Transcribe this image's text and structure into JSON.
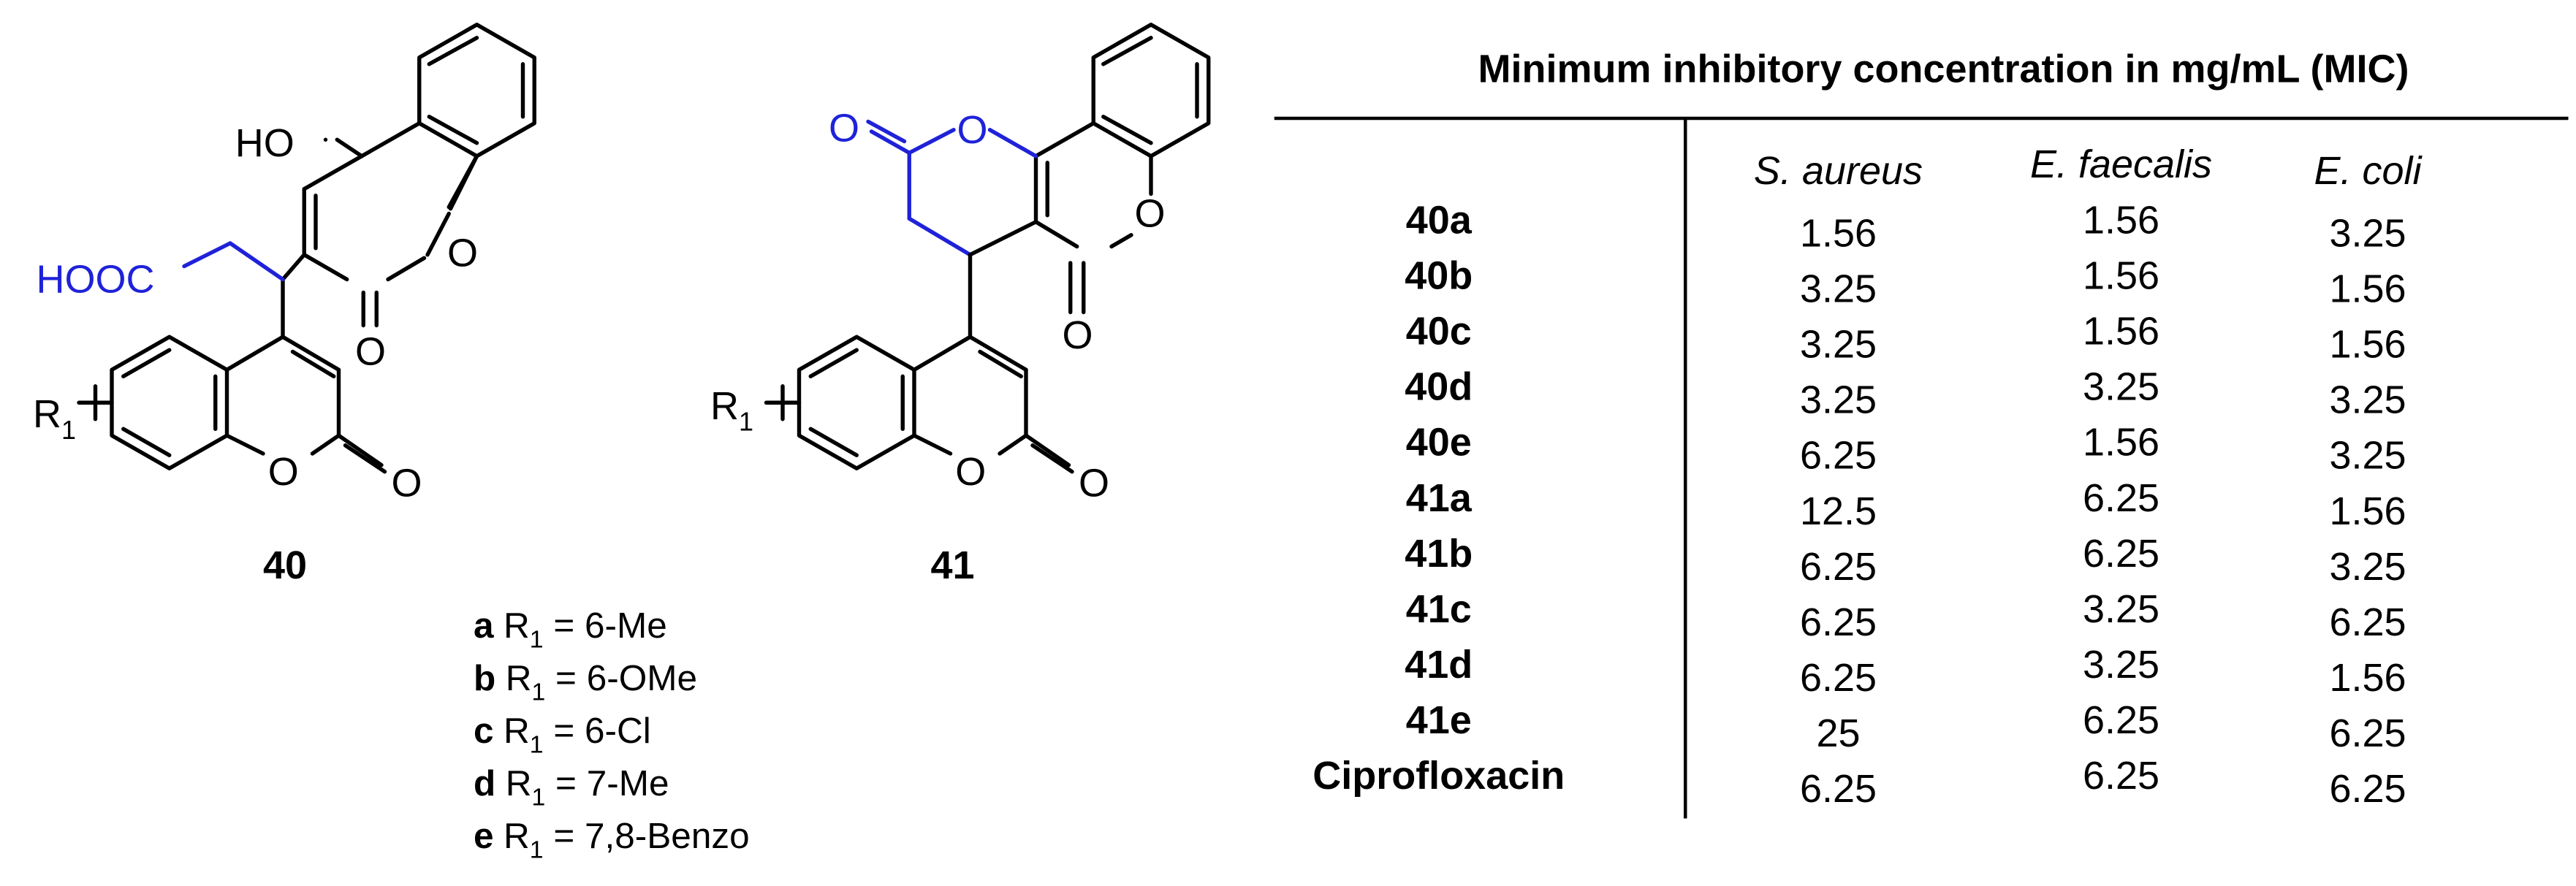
{
  "structures": {
    "compound_40": {
      "number": "40",
      "hydroxy": "HO",
      "acid": "HOOC",
      "ring_o1": "O",
      "ring_o2": "O",
      "ring_o3": "O",
      "ring_o4": "O",
      "substituent": "R",
      "substituent_sub": "1"
    },
    "compound_41": {
      "number": "41",
      "lactone_o1": "O",
      "lactone_o2": "O",
      "ring_o1": "O",
      "ring_o2": "O",
      "ring_o3": "O",
      "ring_o4": "O",
      "substituent": "R",
      "substituent_sub": "1"
    }
  },
  "substituents": [
    {
      "letter": "a",
      "r": "R",
      "sub": "1",
      "value": " = 6-Me"
    },
    {
      "letter": "b",
      "r": "R",
      "sub": "1",
      "value": " = 6-OMe"
    },
    {
      "letter": "c",
      "r": "R",
      "sub": "1",
      "value": " = 6-Cl"
    },
    {
      "letter": "d",
      "r": "R",
      "sub": "1",
      "value": " = 7-Me"
    },
    {
      "letter": "e",
      "r": "R",
      "sub": "1",
      "value": " =  7,8-Benzo"
    }
  ],
  "table": {
    "title": "Minimum inhibitory concentration in mg/mL (MIC)",
    "columns": [
      "S. aureus",
      "E. faecalis",
      "E. coli"
    ],
    "rows": [
      {
        "label": "40a",
        "values": [
          "1.56",
          "1.56",
          "3.25"
        ]
      },
      {
        "label": "40b",
        "values": [
          "3.25",
          "1.56",
          "1.56"
        ]
      },
      {
        "label": "40c",
        "values": [
          "3.25",
          "1.56",
          "1.56"
        ]
      },
      {
        "label": "40d",
        "values": [
          "3.25",
          "3.25",
          "3.25"
        ]
      },
      {
        "label": "40e",
        "values": [
          "6.25",
          "1.56",
          "3.25"
        ]
      },
      {
        "label": "41a",
        "values": [
          "12.5",
          "6.25",
          "1.56"
        ]
      },
      {
        "label": "41b",
        "values": [
          "6.25",
          "6.25",
          "3.25"
        ]
      },
      {
        "label": "41c",
        "values": [
          "6.25",
          "3.25",
          "6.25"
        ]
      },
      {
        "label": "41d",
        "values": [
          "6.25",
          "3.25",
          "1.56"
        ]
      },
      {
        "label": "41e",
        "values": [
          "25",
          "6.25",
          "6.25"
        ]
      },
      {
        "label": "Ciprofloxacin",
        "values": [
          "6.25",
          "6.25",
          "6.25"
        ]
      }
    ]
  },
  "colors": {
    "highlight": "#1f22d8",
    "ink": "#000000"
  }
}
